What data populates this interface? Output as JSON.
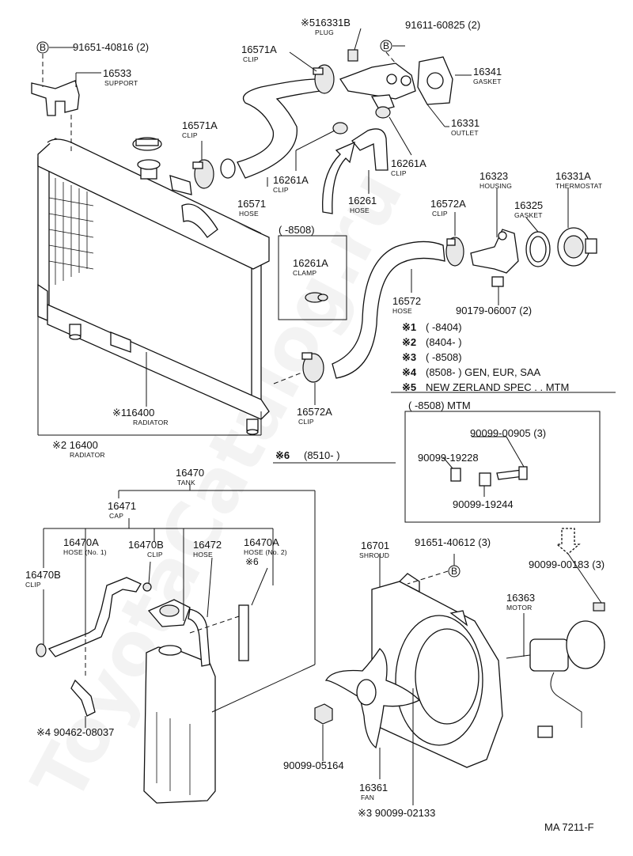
{
  "watermark": "ToyotaCatalog.ru",
  "figure_code": "MA 7211-F",
  "bolt_marker": "B",
  "labels": {
    "p91651_40816": "91651-40816 (2)",
    "p16533": "16533",
    "p16533_sub": "SUPPORT",
    "p16331B": "※516331B",
    "p16331B_sub": "PLUG",
    "p91611": "91611-60825 (2)",
    "p16571A_top": "16571A",
    "p16571A_top_sub": "CLIP",
    "p16341": "16341",
    "p16341_sub": "GASKET",
    "p16331": "16331",
    "p16331_sub": "OUTLET",
    "p16571A_mid": "16571A",
    "p16571A_mid_sub": "CLIP",
    "p16261A_a": "16261A",
    "p16261A_a_sub": "CLIP",
    "p16261A_b": "16261A",
    "p16261A_b_sub": "CLIP",
    "p16571": "16571",
    "p16571_sub": "HOSE",
    "p16261": "16261",
    "p16261_sub": "HOSE",
    "p16323": "16323",
    "p16323_sub": "HOUSING",
    "p16331A": "16331A",
    "p16331A_sub": "THERMOSTAT",
    "p16572A_top": "16572A",
    "p16572A_top_sub": "CLIP",
    "p16325": "16325",
    "p16325_sub": "GASKET",
    "p8508_box": "(      -8508)",
    "p16261A_clamp": "16261A",
    "p16261A_clamp_sub": "CLAMP",
    "p16572": "16572",
    "p16572_sub": "HOSE",
    "p90179": "90179-06007 (2)",
    "p16572A_bot": "16572A",
    "p16572A_bot_sub": "CLIP",
    "p16400_a": "※116400",
    "p16400_a_sub": "RADIATOR",
    "p16400_b": "※2 16400",
    "p16400_b_sub": "RADIATOR",
    "p16470": "16470",
    "p16470_sub": "TANK",
    "p16471": "16471",
    "p16471_sub": "CAP",
    "p16470A_1": "16470A",
    "p16470A_1_sub": "HOSE (No. 1)",
    "p16470B_top": "16470B",
    "p16470B_top_sub": "CLIP",
    "p16472": "16472",
    "p16472_sub": "HOSE",
    "p16470A_2": "16470A",
    "p16470A_2_sub": "HOSE (No. 2)",
    "p16470A_2_note": "※6",
    "p16470B_left": "16470B",
    "p16470B_left_sub": "CLIP",
    "p90462": "※4 90462-08037",
    "p16701": "16701",
    "p16701_sub": "SHROUD",
    "p91651_40612": "91651-40612 (3)",
    "p90099_00183": "90099-00183 (3)",
    "p16363": "16363",
    "p16363_sub": "MOTOR",
    "p90099_05164": "90099-05164",
    "p16361": "16361",
    "p16361_sub": "FAN",
    "p90099_02133": "※3 90099-02133",
    "mtm_box_title": "(      -8508) MTM",
    "p90099_00905": "90099-00905 (3)",
    "p90099_19228": "90099-19228",
    "p90099_19244": "90099-19244"
  },
  "notes": [
    {
      "mark": "※1",
      "text": "(         -8404)"
    },
    {
      "mark": "※2",
      "text": "(8404-          )"
    },
    {
      "mark": "※3",
      "text": "(         -8508)"
    },
    {
      "mark": "※4",
      "text": "(8508-          ) GEN, EUR, SAA"
    },
    {
      "mark": "※5",
      "text": "NEW ZERLAND SPEC . . MTM"
    }
  ],
  "note6": {
    "mark": "※6",
    "text": "(8510-          )"
  }
}
